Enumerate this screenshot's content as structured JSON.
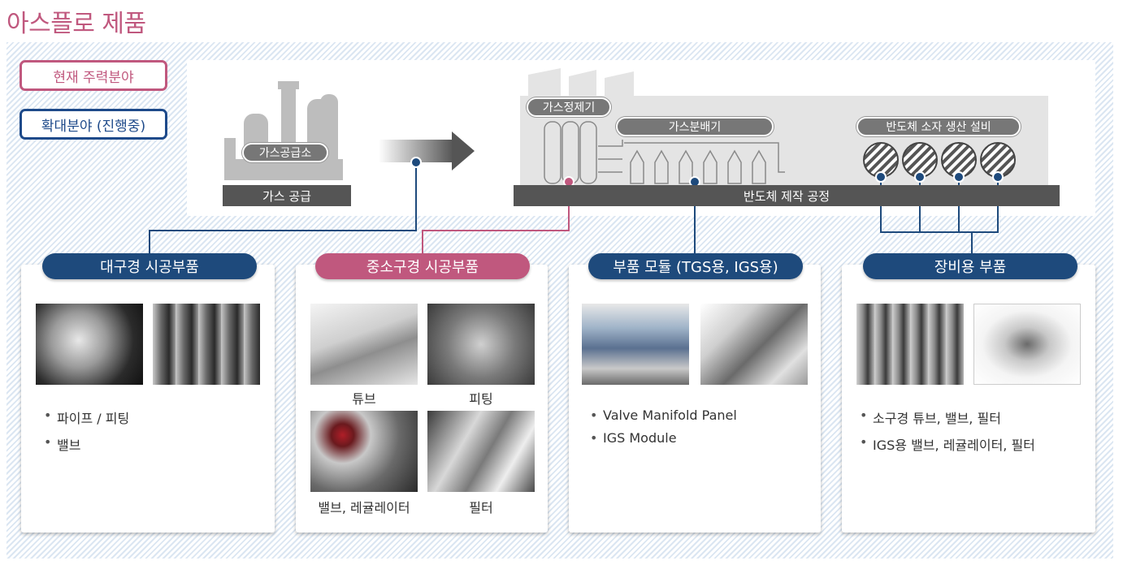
{
  "page_title": "아스플로 제품",
  "legend": {
    "current": "현재 주력분야",
    "expansion": "확대분야 (진행중)"
  },
  "process": {
    "gas_supply_bar": "가스 공급",
    "gas_plant_label": "가스공급소",
    "fab_bar": "반도체 제작 공정",
    "purifier_label": "가스정제기",
    "distributor_label": "가스분배기",
    "equipment_label": "반도체 소자 생산 설비"
  },
  "colors": {
    "current": "#c0587e",
    "expansion": "#1e4a7c"
  },
  "cards": [
    {
      "title": "대구경 시공부품",
      "status": "expansion",
      "images": [
        "valve-photo",
        "piping-photo"
      ],
      "bullets": [
        "파이프 / 피팅",
        "밸브"
      ]
    },
    {
      "title": "중소구경 시공부품",
      "status": "current",
      "images": [
        "tube-photo",
        "fitting-photo",
        "valve-regulator-photo",
        "filter-photo"
      ],
      "captions": [
        "튜브",
        "피팅",
        "밸브, 레귤레이터",
        "필터"
      ]
    },
    {
      "title": "부품 모듈 (TGS용, IGS용)",
      "status": "expansion",
      "images": [
        "manifold-panel-photo",
        "igs-module-photo"
      ],
      "bullets": [
        "Valve Manifold Panel",
        "IGS Module"
      ]
    },
    {
      "title": "장비용 부품",
      "status": "expansion",
      "images": [
        "valves-photo",
        "filter-parts-photo"
      ],
      "bullets": [
        "소구경 튜브, 밸브, 필터",
        "IGS용 밸브, 레귤레이터, 필터"
      ]
    }
  ]
}
